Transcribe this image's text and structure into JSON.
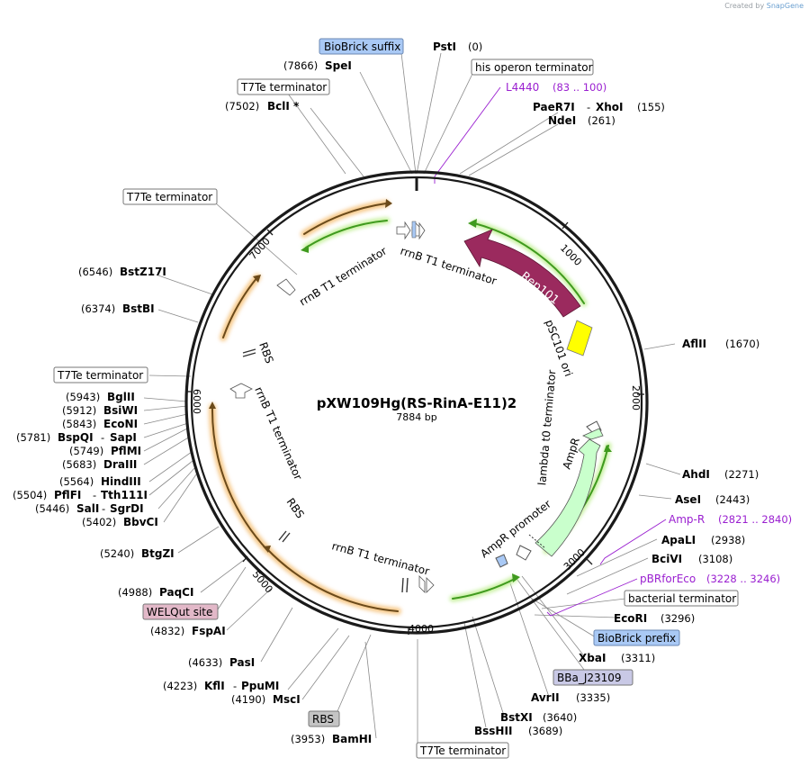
{
  "plasmid": {
    "name": "pXW109Hg(RS-RinA-E11)2",
    "length": "7884 bp"
  },
  "credit": {
    "prefix": "Created by",
    "brand": "SnapGene"
  },
  "ticks": [
    "1000",
    "2000",
    "3000",
    "4000",
    "5000",
    "6000",
    "7000"
  ],
  "features": {
    "rep101": "Rep101",
    "psc101": "pSC101 ori",
    "lambda": "lambda t0 terminator",
    "ampr": "AmpR",
    "ampr_promoter": "AmpR promoter",
    "rrnb_a": "rrnB T1 terminator",
    "rrnb_b": "rrnB T1 terminator",
    "rrnb_c": "rrnB T1 terminator",
    "rrnb_d": "rrnB T1 terminator",
    "rbs_a": "RBS",
    "rbs_b": "RBS"
  },
  "enzymes": [
    {
      "name": "PstI",
      "pos": "(0)"
    },
    {
      "name": "PaeR7I",
      "name2": "XhoI",
      "pos": "(155)"
    },
    {
      "name": "NdeI",
      "pos": "(261)"
    },
    {
      "name": "AflII",
      "pos": "(1670)"
    },
    {
      "name": "AhdI",
      "pos": "(2271)"
    },
    {
      "name": "AseI",
      "pos": "(2443)"
    },
    {
      "name": "ApaLI",
      "pos": "(2938)"
    },
    {
      "name": "BciVI",
      "pos": "(3108)"
    },
    {
      "name": "EcoRI",
      "pos": "(3296)"
    },
    {
      "name": "XbaI",
      "pos": "(3311)"
    },
    {
      "name": "AvrII",
      "pos": "(3335)"
    },
    {
      "name": "BstXI",
      "pos": "(3640)"
    },
    {
      "name": "BssHII",
      "pos": "(3689)"
    },
    {
      "name": "BamHI",
      "pos": "(3953)"
    },
    {
      "name": "MscI",
      "pos": "(4190)"
    },
    {
      "name": "KflI",
      "name2": "PpuMI",
      "pos": "(4223)"
    },
    {
      "name": "PasI",
      "pos": "(4633)"
    },
    {
      "name": "FspAI",
      "pos": "(4832)"
    },
    {
      "name": "PaqCI",
      "pos": "(4988)"
    },
    {
      "name": "BtgZI",
      "pos": "(5240)"
    },
    {
      "name": "BbvCI",
      "pos": "(5402)"
    },
    {
      "name": "SalI",
      "name2": "SgrDI",
      "pos": "(5446)"
    },
    {
      "name": "PflFI",
      "name2": "Tth111I",
      "pos": "(5504)"
    },
    {
      "name": "HindIII",
      "pos": "(5564)"
    },
    {
      "name": "DraIII",
      "pos": "(5683)"
    },
    {
      "name": "PflMI",
      "pos": "(5749)"
    },
    {
      "name": "BspQI",
      "name2": "SapI",
      "pos": "(5781)"
    },
    {
      "name": "EcoNI",
      "pos": "(5843)"
    },
    {
      "name": "BsiWI",
      "pos": "(5912)"
    },
    {
      "name": "BglII",
      "pos": "(5943)"
    },
    {
      "name": "BstBI",
      "pos": "(6374)"
    },
    {
      "name": "BstZ17I",
      "pos": "(6546)"
    },
    {
      "name": "BclI *",
      "pos": "(7502)"
    },
    {
      "name": "SpeI",
      "pos": "(7866)"
    }
  ],
  "primers": [
    {
      "name": "L4440",
      "range": "(83 .. 100)"
    },
    {
      "name": "Amp-R",
      "range": "(2821 .. 2840)"
    },
    {
      "name": "pBRforEco",
      "range": "(3228 .. 3246)"
    }
  ],
  "boxes": {
    "biobrick_suffix": "BioBrick suffix",
    "his_operon": "his operon terminator",
    "t7te_top": "T7Te terminator",
    "t7te_upper_left": "T7Te terminator",
    "t7te_left": "T7Te terminator",
    "bacterial_terminator": "bacterial terminator",
    "biobrick_prefix": "BioBrick prefix",
    "bba": "BBa_J23109",
    "rbs": "RBS",
    "t7te_bottom": "T7Te terminator",
    "welqut": "WELQut site"
  },
  "colors": {
    "biobrick": "#a9c9f5",
    "bba": "#c9c9e6",
    "rbs_box": "#c4c4c4",
    "welqut": "#e2b8c8",
    "rep101": "#9b2a5e",
    "ori": "#ffff00",
    "ampr": "#c9ffcc",
    "terminator_arc": "#f3c37a",
    "green_arc": "#3f9a1e",
    "primer": "#9a1fd0"
  }
}
